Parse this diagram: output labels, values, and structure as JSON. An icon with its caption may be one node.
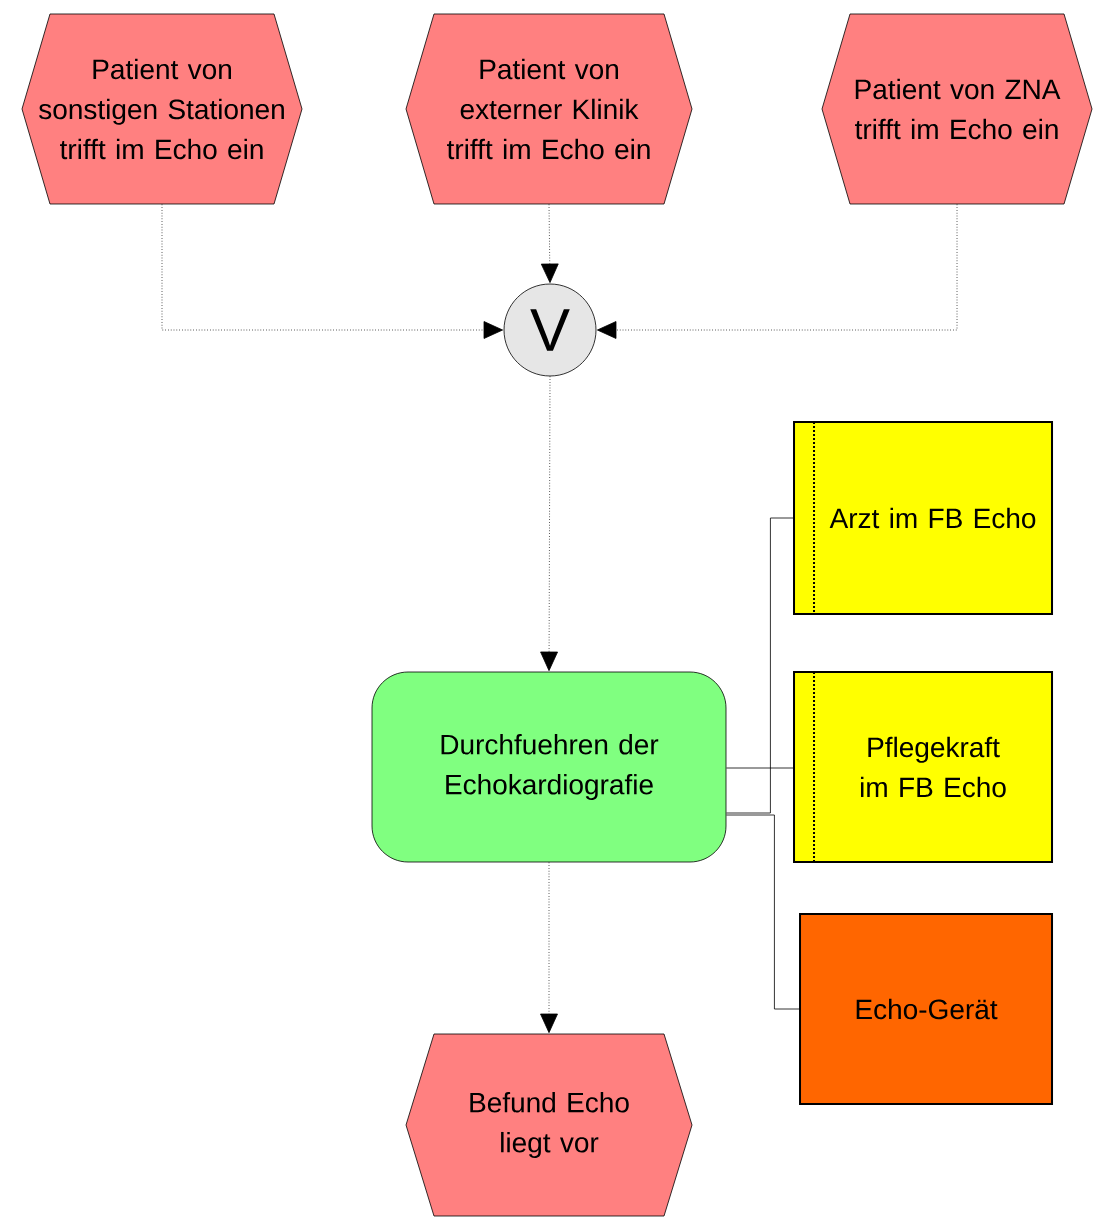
{
  "diagram": {
    "nodes": [
      {
        "text": [
          "Patient von sonstigen Stationen trifft im Echo ein"
        ]
      },
      {
        "text": [
          "Patient von externer Klinik trifft im Echo ein"
        ]
      },
      {
        "text": [
          "Patient von ZNA trifft im Echo ein"
        ]
      },
      {
        "text": [
          "V"
        ]
      },
      {
        "text": [
          "Durchfuehren der Echokardiografie"
        ]
      },
      {
        "text": [
          "Arzt im FB Echo"
        ]
      },
      {
        "text": [
          "Pflegekraft im FB Echo"
        ]
      },
      {
        "text": [
          "Echo-Gerät"
        ]
      },
      {
        "text": [
          "Befund Echo liegt vor"
        ]
      }
    ],
    "edges": [
      {
        "from": 0,
        "to": 3,
        "arrow": "to",
        "style": "dashed"
      },
      {
        "from": 1,
        "to": 3,
        "arrow": "to",
        "style": "dashed"
      },
      {
        "from": 2,
        "to": 3,
        "arrow": "to",
        "style": "dashed"
      },
      {
        "from": 3,
        "to": 4,
        "arrow": "to",
        "style": "dashed"
      },
      {
        "from": 4,
        "to": 8,
        "arrow": "to",
        "style": "dashed"
      },
      {
        "from": 4,
        "to": 5,
        "arrow": "none"
      },
      {
        "from": 4,
        "to": 6,
        "arrow": "none"
      },
      {
        "from": 4,
        "to": 7,
        "arrow": "none"
      }
    ]
  }
}
